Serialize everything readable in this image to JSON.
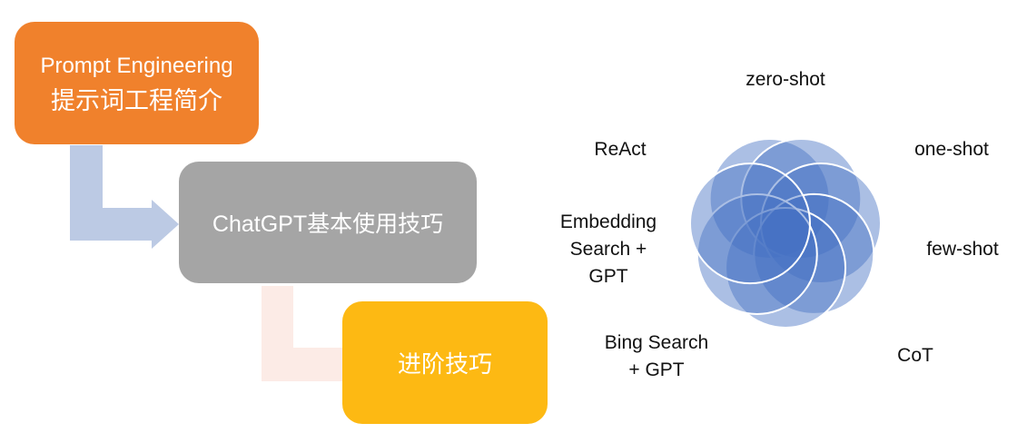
{
  "flow": {
    "step1": {
      "line1": "Prompt Engineering",
      "line2": "提示词工程简介"
    },
    "step2": {
      "label": "ChatGPT基本使用技巧"
    },
    "step3": {
      "label": "进阶技巧"
    }
  },
  "techniques": {
    "zero_shot": "zero-shot",
    "one_shot": "one-shot",
    "few_shot": "few-shot",
    "cot": "CoT",
    "bing_line1": "Bing Search",
    "bing_line2": "+ GPT",
    "embed_line1": "Embedding",
    "embed_line2": "Search +",
    "embed_line3": "GPT",
    "react": "ReAct"
  },
  "colors": {
    "orange": "#f0812c",
    "gray": "#a5a5a5",
    "yellow": "#fdb913",
    "petal": "#4472c4",
    "arrow1": "#b4c7e7",
    "arrow2": "#fbe5de"
  }
}
